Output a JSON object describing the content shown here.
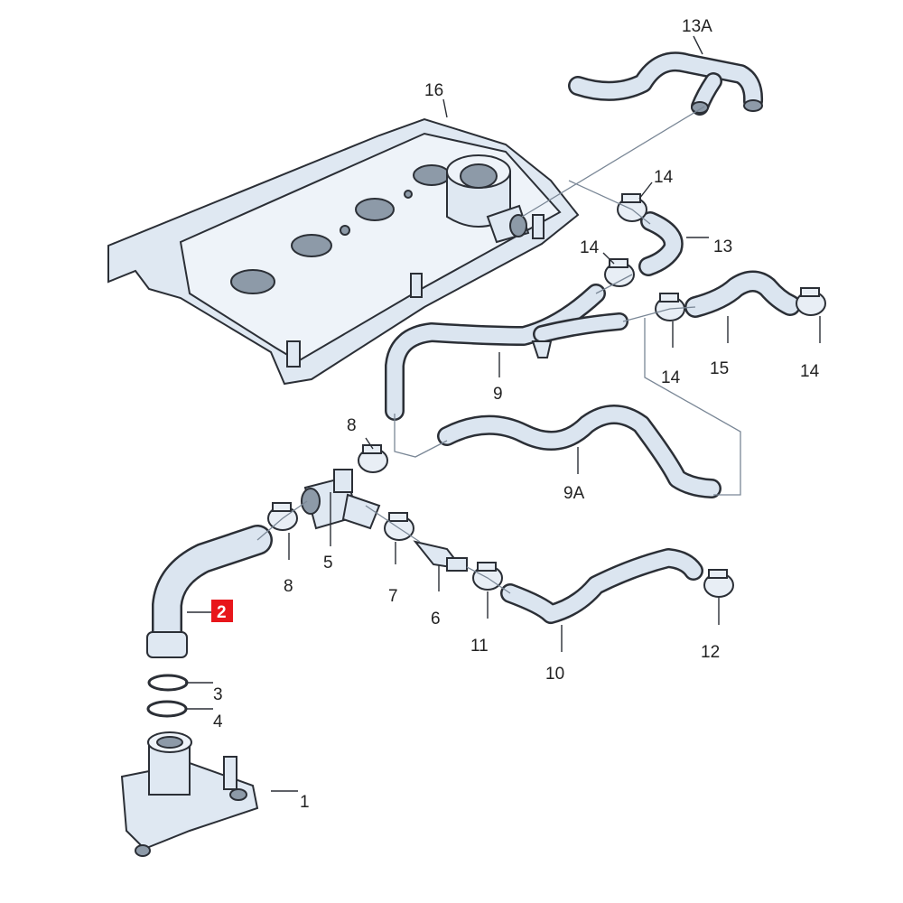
{
  "callouts": {
    "p1": "1",
    "p2": "2",
    "p3": "3",
    "p4": "4",
    "p5": "5",
    "p6": "6",
    "p7": "7",
    "p8a": "8",
    "p8b": "8",
    "p9": "9",
    "p9a": "9A",
    "p10": "10",
    "p11": "11",
    "p12": "12",
    "p13": "13",
    "p13a": "13A",
    "p14a": "14",
    "p14b": "14",
    "p14c": "14",
    "p14d": "14",
    "p15": "15",
    "p16": "16"
  },
  "highlight": {
    "part": "2",
    "color": "#e8161b"
  }
}
